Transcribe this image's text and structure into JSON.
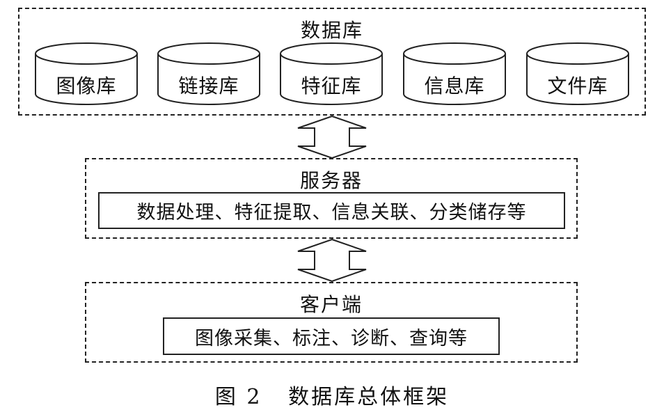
{
  "database": {
    "title": "数据库",
    "stores": [
      "图像库",
      "链接库",
      "特征库",
      "信息库",
      "文件库"
    ]
  },
  "server": {
    "title": "服务器",
    "functions": "数据处理、特征提取、信息关联、分类储存等"
  },
  "client": {
    "title": "客户端",
    "functions": "图像采集、标注、诊断、查询等"
  },
  "caption": {
    "number": "图 2",
    "text": "数据库总体框架"
  }
}
